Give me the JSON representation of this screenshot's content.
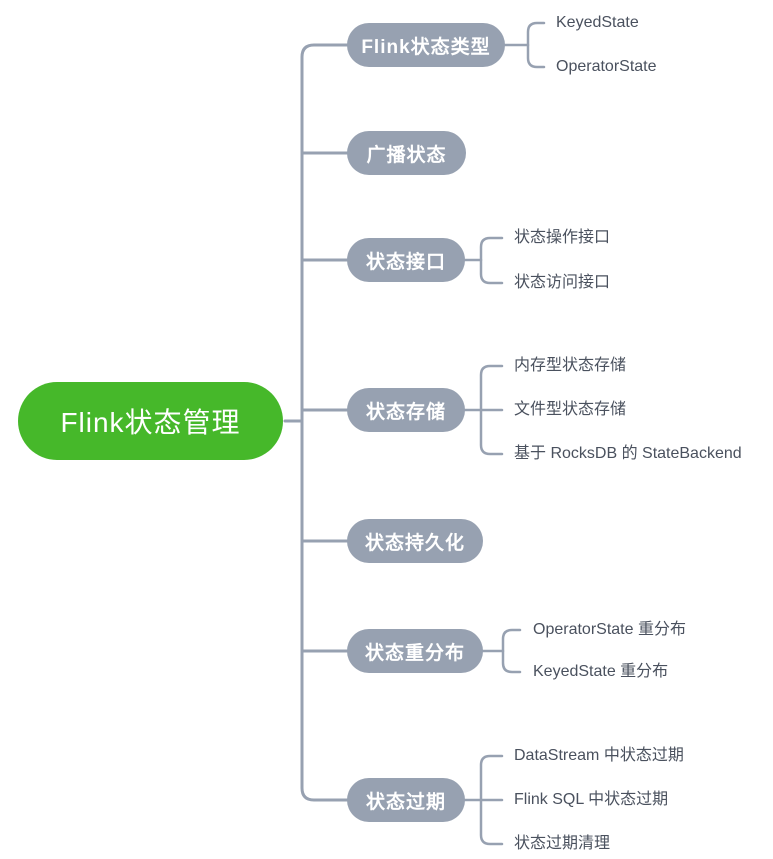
{
  "diagram": {
    "type": "mindmap",
    "root": {
      "label": "Flink状态管理"
    },
    "branches": [
      {
        "label": "Flink状态类型",
        "children": [
          {
            "label": "KeyedState"
          },
          {
            "label": "OperatorState"
          }
        ]
      },
      {
        "label": "广播状态",
        "children": []
      },
      {
        "label": "状态接口",
        "children": [
          {
            "label": "状态操作接口"
          },
          {
            "label": "状态访问接口"
          }
        ]
      },
      {
        "label": "状态存储",
        "children": [
          {
            "label": "内存型状态存储"
          },
          {
            "label": "文件型状态存储"
          },
          {
            "label": "基于 RocksDB 的 StateBackend"
          }
        ]
      },
      {
        "label": "状态持久化",
        "children": []
      },
      {
        "label": "状态重分布",
        "children": [
          {
            "label": "OperatorState 重分布"
          },
          {
            "label": "KeyedState 重分布"
          }
        ]
      },
      {
        "label": "状态过期",
        "children": [
          {
            "label": "DataStream 中状态过期"
          },
          {
            "label": "Flink SQL 中状态过期"
          },
          {
            "label": "状态过期清理"
          }
        ]
      }
    ]
  },
  "colors": {
    "background": "#ffffff",
    "root_fill": "#46b82a",
    "root_text": "#ffffff",
    "branch_fill": "#97a1b1",
    "branch_text": "#ffffff",
    "line": "#97a1b1",
    "child_text": "#4a515e"
  }
}
